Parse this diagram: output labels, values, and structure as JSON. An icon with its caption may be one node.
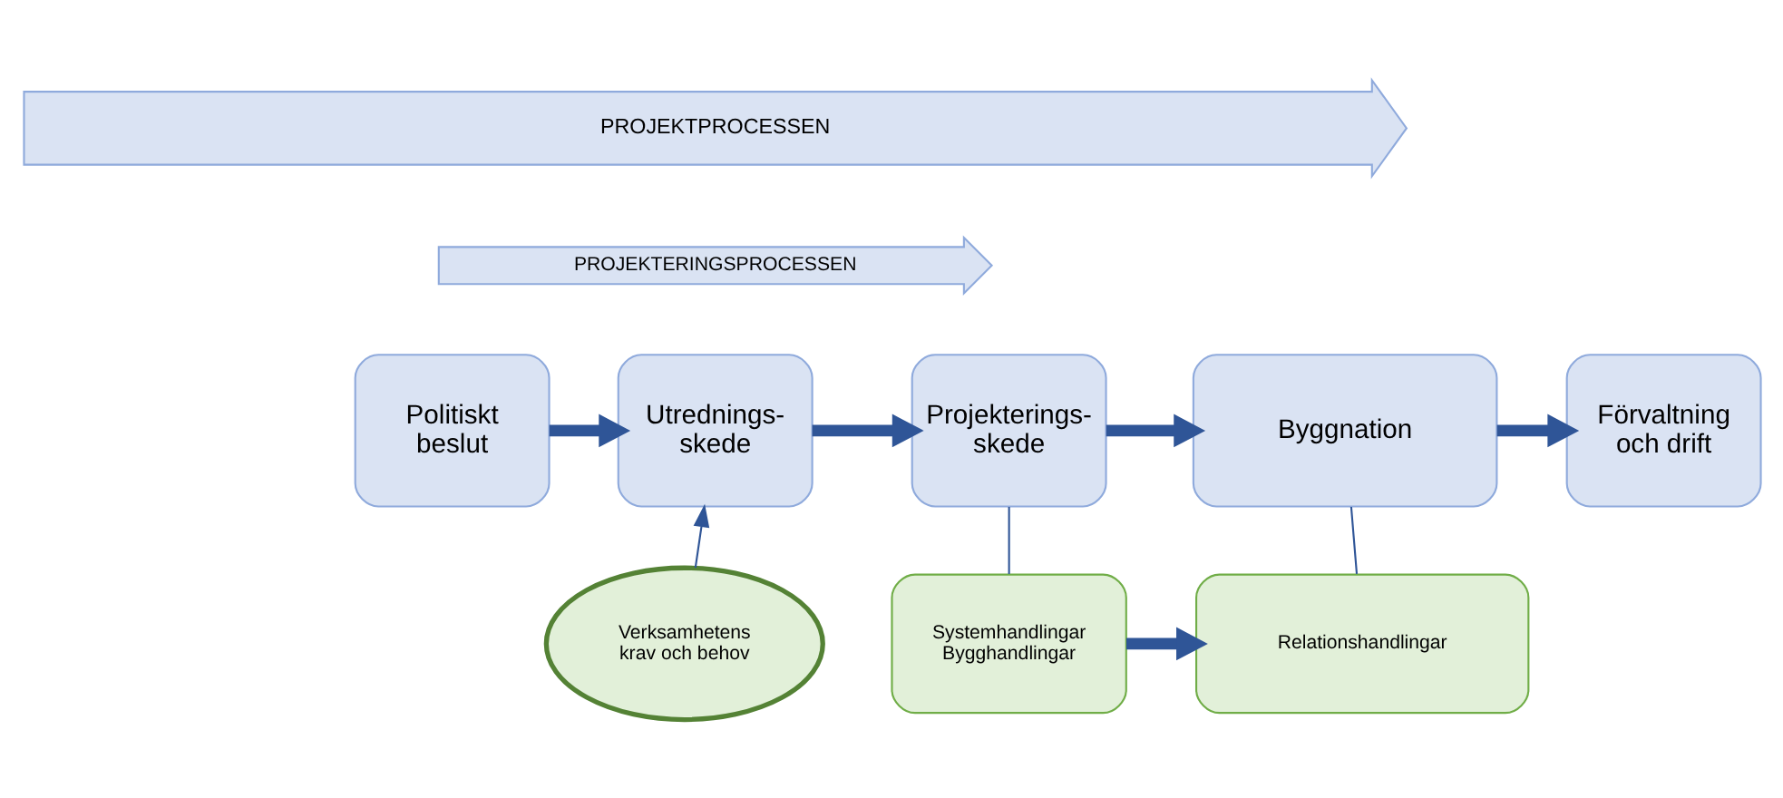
{
  "diagram": {
    "nodes": [
      {
        "text": [
          "PROJEKTPROCESSEN"
        ]
      },
      {
        "text": [
          "PROJEKTERINGSPROCESSEN"
        ]
      },
      {
        "text": [
          "Politiskt beslut"
        ]
      },
      {
        "text": [
          "Utrednings- skede"
        ]
      },
      {
        "text": [
          "Projekterings- skede"
        ]
      },
      {
        "text": [
          "Byggnation"
        ]
      },
      {
        "text": [
          "Förvaltning och drift"
        ]
      },
      {
        "text": [
          "Verksamhetens krav och behov"
        ]
      },
      {
        "text": [
          "Systemhandlingar",
          "Bygghandlingar"
        ]
      },
      {
        "text": [
          "Relationshandlingar"
        ]
      }
    ],
    "edges": [
      {
        "from": 2,
        "to": 3,
        "arrow": "to"
      },
      {
        "from": 3,
        "to": 4,
        "arrow": "to"
      },
      {
        "from": 4,
        "to": 5,
        "arrow": "to"
      },
      {
        "from": 5,
        "to": 6,
        "arrow": "to"
      },
      {
        "from": 7,
        "to": 3,
        "arrow": "to"
      },
      {
        "from": 4,
        "to": 8,
        "arrow": "none"
      },
      {
        "from": 5,
        "to": 9,
        "arrow": "none"
      },
      {
        "from": 8,
        "to": 9,
        "arrow": "to"
      }
    ]
  }
}
